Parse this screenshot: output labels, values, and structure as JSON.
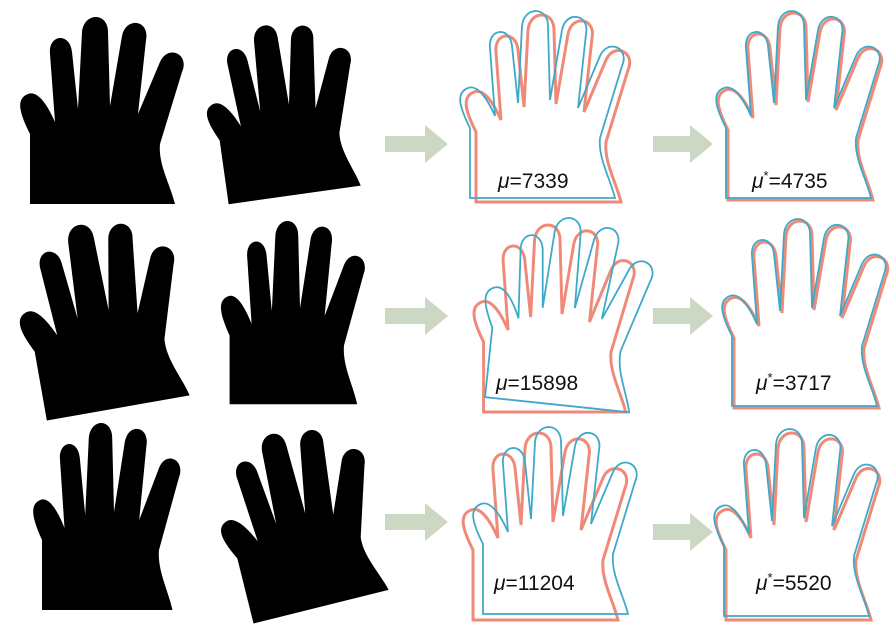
{
  "colors": {
    "silhouette": "#000000",
    "contour_a": "#3fa9c9",
    "contour_b": "#f08a78",
    "arrow": "#cdd8c4",
    "background": "#ffffff"
  },
  "rows": [
    {
      "before": {
        "symbol": "μ",
        "value": "=7339"
      },
      "after": {
        "symbol": "μ",
        "star": "*",
        "value": "=4735"
      }
    },
    {
      "before": {
        "symbol": "μ",
        "value": "=15898"
      },
      "after": {
        "symbol": "μ",
        "star": "*",
        "value": "=3717"
      }
    },
    {
      "before": {
        "symbol": "μ",
        "value": "=11204"
      },
      "after": {
        "symbol": "μ",
        "star": "*",
        "value": "=5520"
      }
    }
  ]
}
